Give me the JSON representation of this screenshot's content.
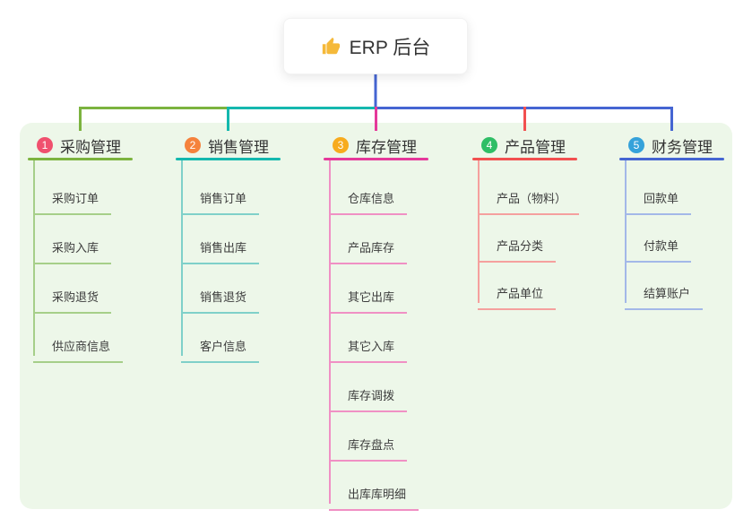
{
  "root": {
    "label": "ERP 后台",
    "icon": "thumbs-up-icon",
    "icon_color": "#f5b93a"
  },
  "colors": {
    "panel_bg": "#edf7e9",
    "root_connector": "#4565d2",
    "bus_segments": [
      "#7cb33f",
      "#14b8ae",
      "#4565d2"
    ]
  },
  "branches": [
    {
      "number": "1",
      "label": "采购管理",
      "badge_color": "#f0506e",
      "line_color": "#7cb33f",
      "sub_line_color": "#a6cf89",
      "items": [
        "采购订单",
        "采购入库",
        "采购退货",
        "供应商信息"
      ]
    },
    {
      "number": "2",
      "label": "销售管理",
      "badge_color": "#f5823c",
      "line_color": "#14b8ae",
      "sub_line_color": "#7fd0c9",
      "items": [
        "销售订单",
        "销售出库",
        "销售退货",
        "客户信息"
      ]
    },
    {
      "number": "3",
      "label": "库存管理",
      "badge_color": "#f7ab1e",
      "line_color": "#e5399b",
      "sub_line_color": "#f090c4",
      "items": [
        "仓库信息",
        "产品库存",
        "其它出库",
        "其它入库",
        "库存调拨",
        "库存盘点",
        "出库库明细"
      ]
    },
    {
      "number": "4",
      "label": "产品管理",
      "badge_color": "#2fbe66",
      "line_color": "#f25050",
      "sub_line_color": "#f5a09e",
      "items": [
        "产品（物料）",
        "产品分类",
        "产品单位"
      ]
    },
    {
      "number": "5",
      "label": "财务管理",
      "badge_color": "#35a2da",
      "line_color": "#4565d2",
      "sub_line_color": "#a3b8e8",
      "items": [
        "回款单",
        "付款单",
        "结算账户"
      ]
    }
  ]
}
